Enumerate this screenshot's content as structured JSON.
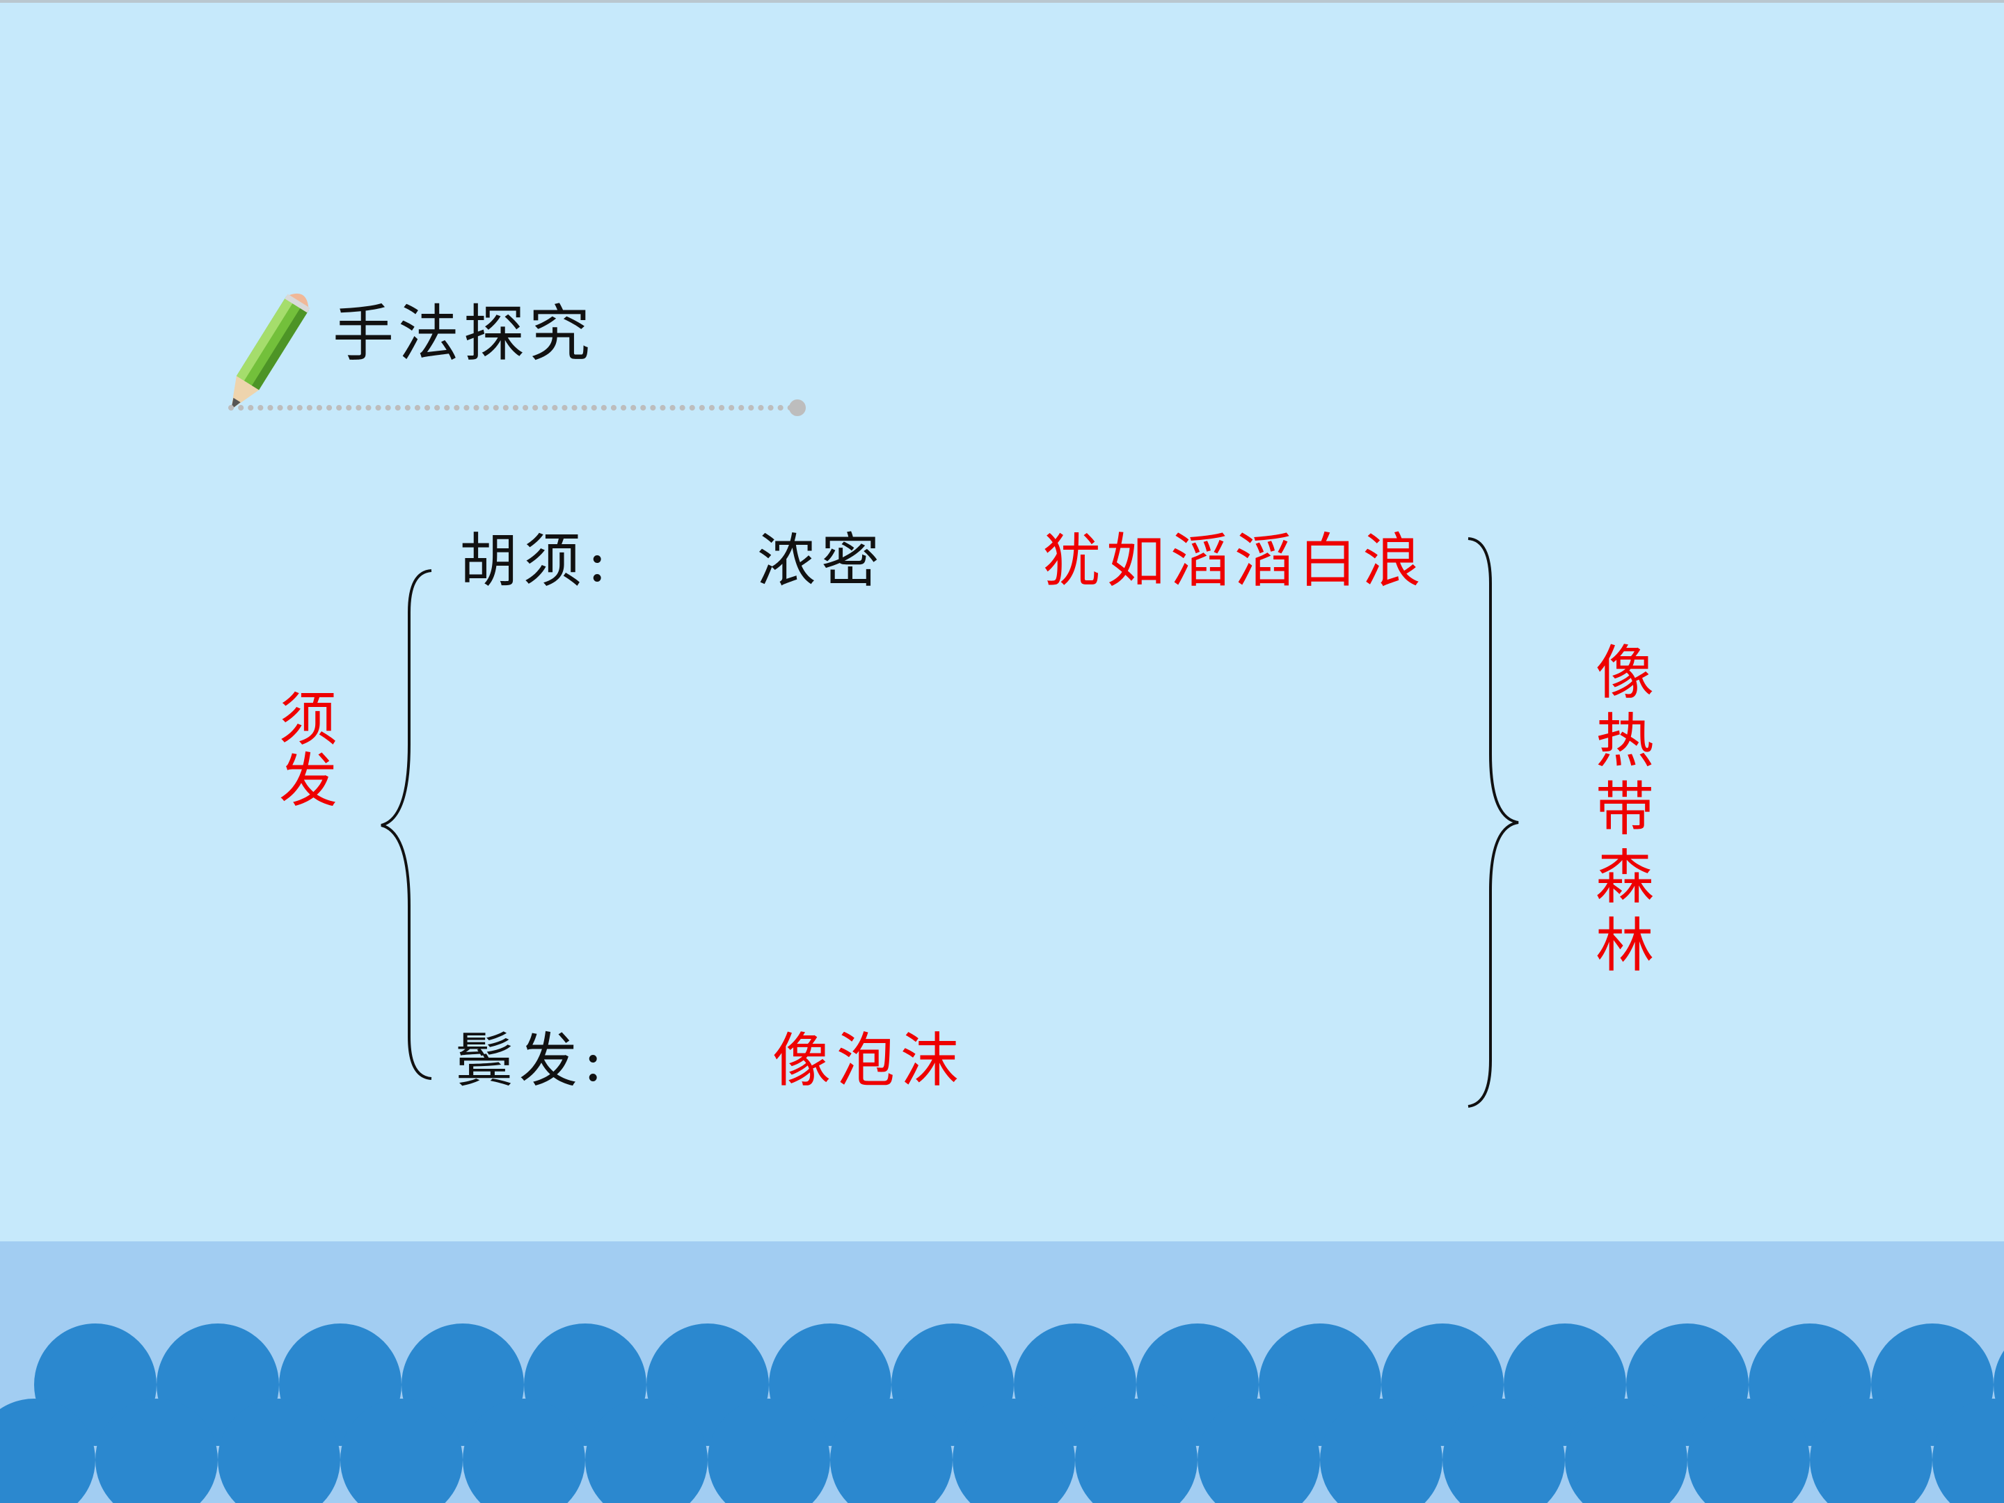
{
  "title": "手法探究",
  "rows": {
    "beard": {
      "label": "胡须:",
      "value": "浓密",
      "simile": "犹如滔滔白浪"
    },
    "hair": {
      "label": "鬓发:",
      "simile": "像泡沫"
    }
  },
  "left_group": "须发",
  "right_group": "像热带森林",
  "icons": {
    "title_icon": "pencil-icon"
  },
  "colors": {
    "background": "#c6e9fb",
    "highlight_text": "#ee0000",
    "body_text": "#111111",
    "wave_band": "#a2cdf2",
    "wave": "#2b88cf"
  }
}
